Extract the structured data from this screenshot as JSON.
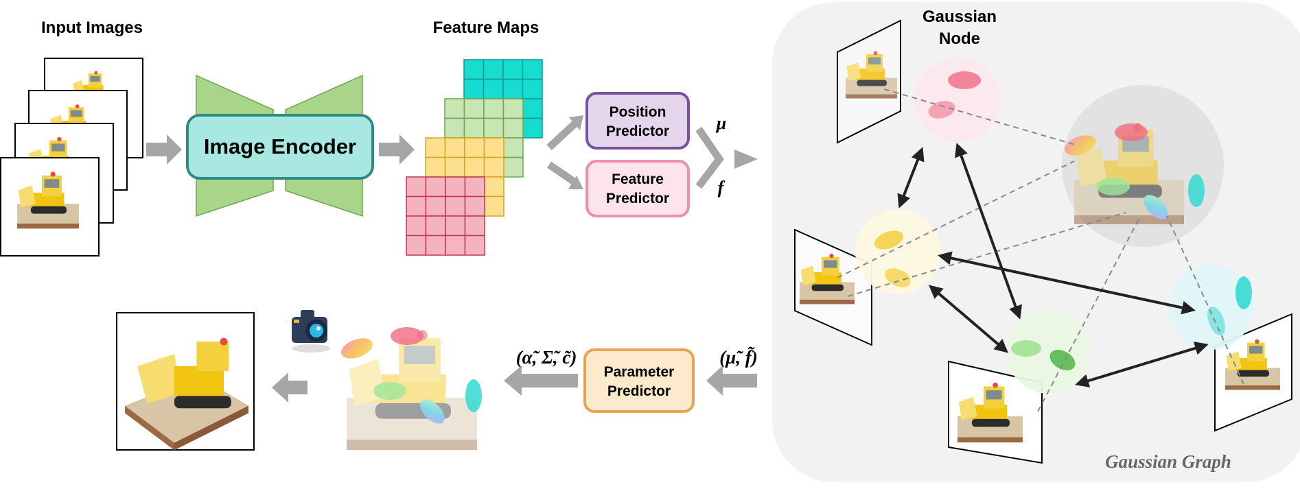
{
  "labels": {
    "input_images": "Input Images",
    "feature_maps": "Feature Maps",
    "image_encoder": "Image Encoder",
    "position_predictor_line1": "Position",
    "position_predictor_line2": "Predictor",
    "feature_predictor_line1": "Feature",
    "feature_predictor_line2": "Predictor",
    "parameter_predictor_line1": "Parameter",
    "parameter_predictor_line2": "Predictor",
    "mu": "μ",
    "f": "f",
    "gaussian_node_line1": "Gaussian",
    "gaussian_node_line2": "Node",
    "gaussian_graph": "Gaussian Graph",
    "refined_mu_f": "(μ̃, f̃)",
    "render_params": "(α̃, Σ̃, c̃)"
  },
  "colors": {
    "encoder_fill": "#a9e8e0",
    "encoder_stroke": "#2e8b82",
    "encoder_wing": "#a8d58a",
    "position_fill": "#e4d5ea",
    "position_stroke": "#7b4fa0",
    "feature_fill": "#fde3ec",
    "feature_stroke": "#f08cb0",
    "parameter_fill": "#fde9cb",
    "parameter_stroke": "#e8a455",
    "grid_cyan": "#19dcd0",
    "grid_green": "#c8e6b4",
    "grid_yellow": "#fde08d",
    "grid_pink": "#f3b3bf",
    "arrow_gray": "#a6a6a6",
    "graph_bg": "#f2f2f2"
  }
}
